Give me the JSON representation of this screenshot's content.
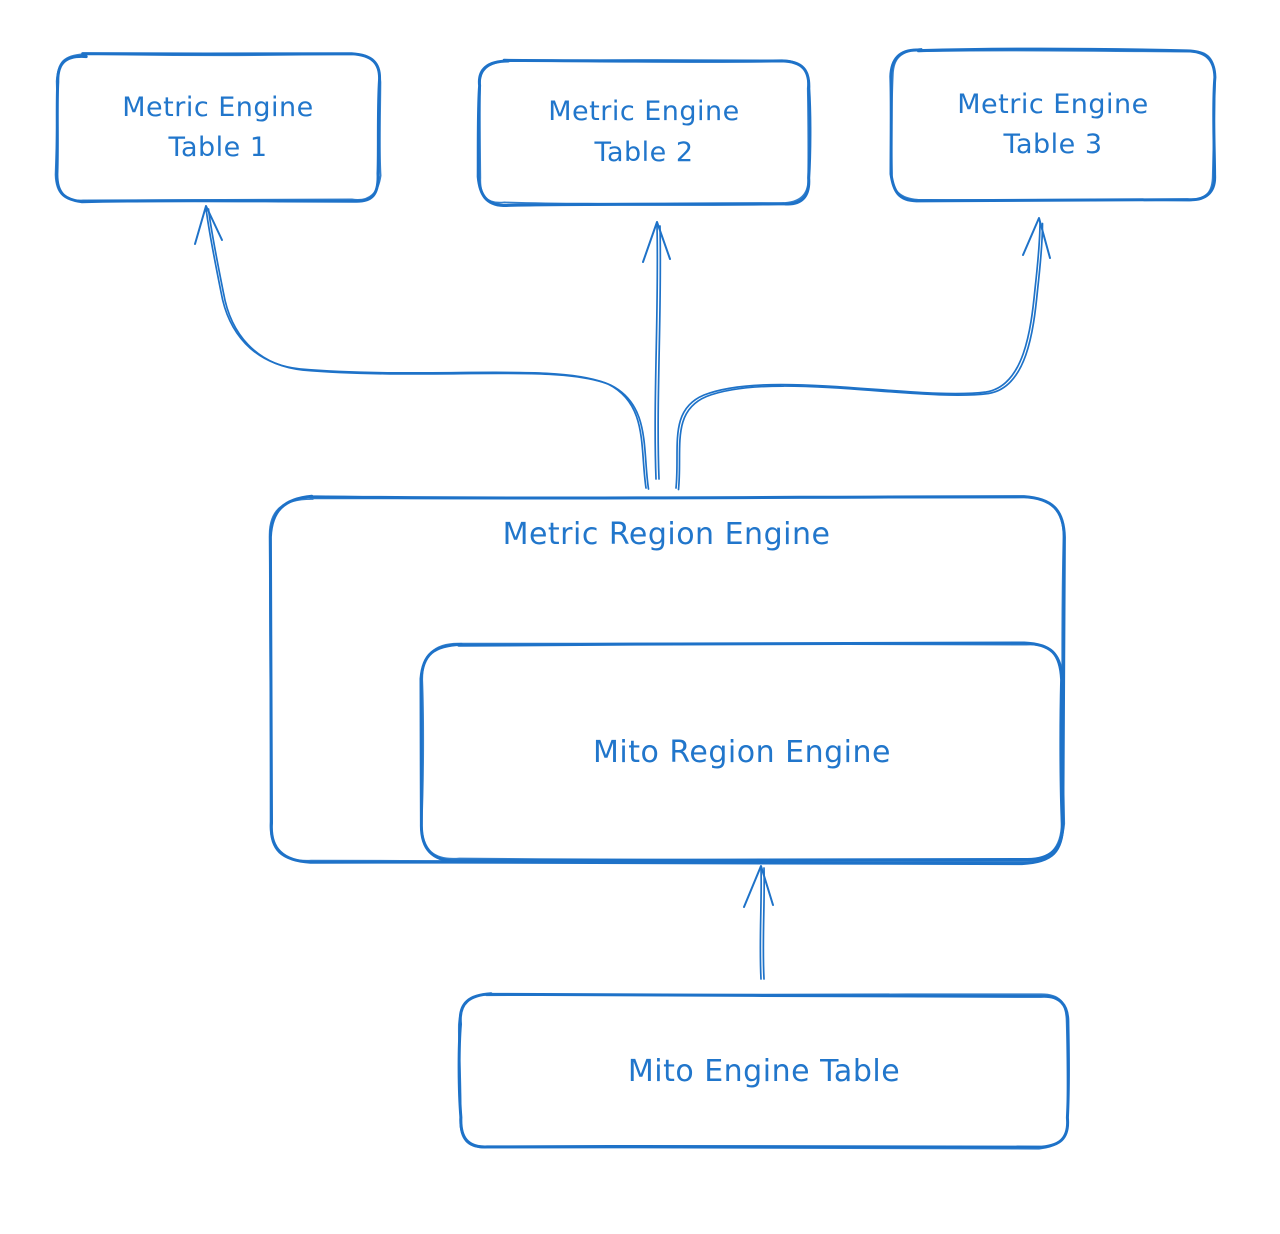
{
  "canvas": {
    "background": "#ffffff",
    "stroke_color": "#1e72c8",
    "text_color": "#2176cb"
  },
  "nodes": {
    "table1": {
      "label": "Metric Engine\nTable 1"
    },
    "table2": {
      "label": "Metric Engine\nTable 2"
    },
    "table3": {
      "label": "Metric Engine\nTable 3"
    },
    "metric_region_engine": {
      "label": "Metric Region Engine"
    },
    "mito_region_engine": {
      "label": "Mito Region Engine"
    },
    "mito_engine_table": {
      "label": "Mito Engine Table"
    }
  },
  "edges": [
    {
      "from": "Metric Region Engine",
      "to": "Metric Engine Table 1"
    },
    {
      "from": "Metric Region Engine",
      "to": "Metric Engine Table 2"
    },
    {
      "from": "Metric Region Engine",
      "to": "Metric Engine Table 3"
    },
    {
      "from": "Mito Engine Table",
      "to": "Mito Region Engine"
    }
  ]
}
